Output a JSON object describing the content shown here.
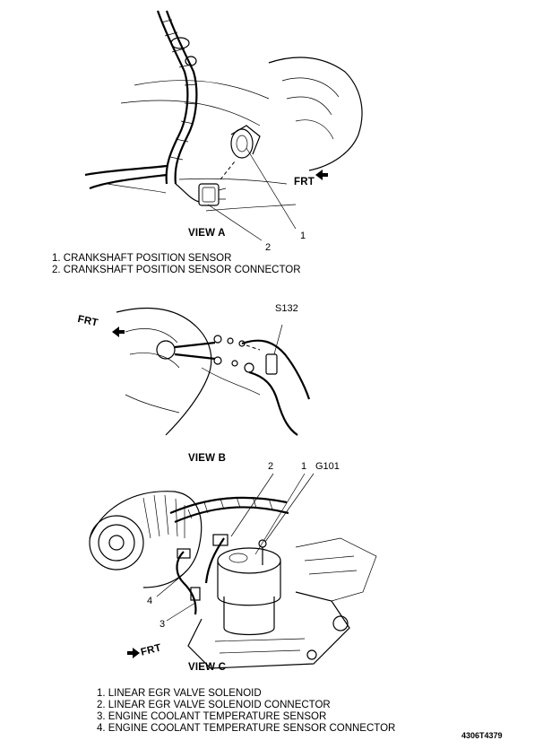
{
  "view_a": {
    "caption": "VIEW A",
    "frt": "FRT",
    "callouts": [
      "1",
      "2"
    ],
    "legend": [
      "1. CRANKSHAFT POSITION SENSOR",
      "2. CRANKSHAFT POSITION SENSOR CONNECTOR"
    ]
  },
  "view_b": {
    "caption": "VIEW B",
    "frt": "FRT",
    "splice": "S132"
  },
  "view_c": {
    "caption": "VIEW C",
    "frt": "FRT",
    "callouts": [
      "1",
      "2",
      "3",
      "4"
    ],
    "ground": "G101",
    "legend": [
      "1. LINEAR EGR VALVE SOLENOID",
      "2. LINEAR EGR VALVE SOLENOID CONNECTOR",
      "3. ENGINE COOLANT TEMPERATURE SENSOR",
      "4. ENGINE COOLANT TEMPERATURE SENSOR CONNECTOR"
    ]
  },
  "figure_id": "4306T4379",
  "icons": [
    "frt-arrow-icon"
  ]
}
